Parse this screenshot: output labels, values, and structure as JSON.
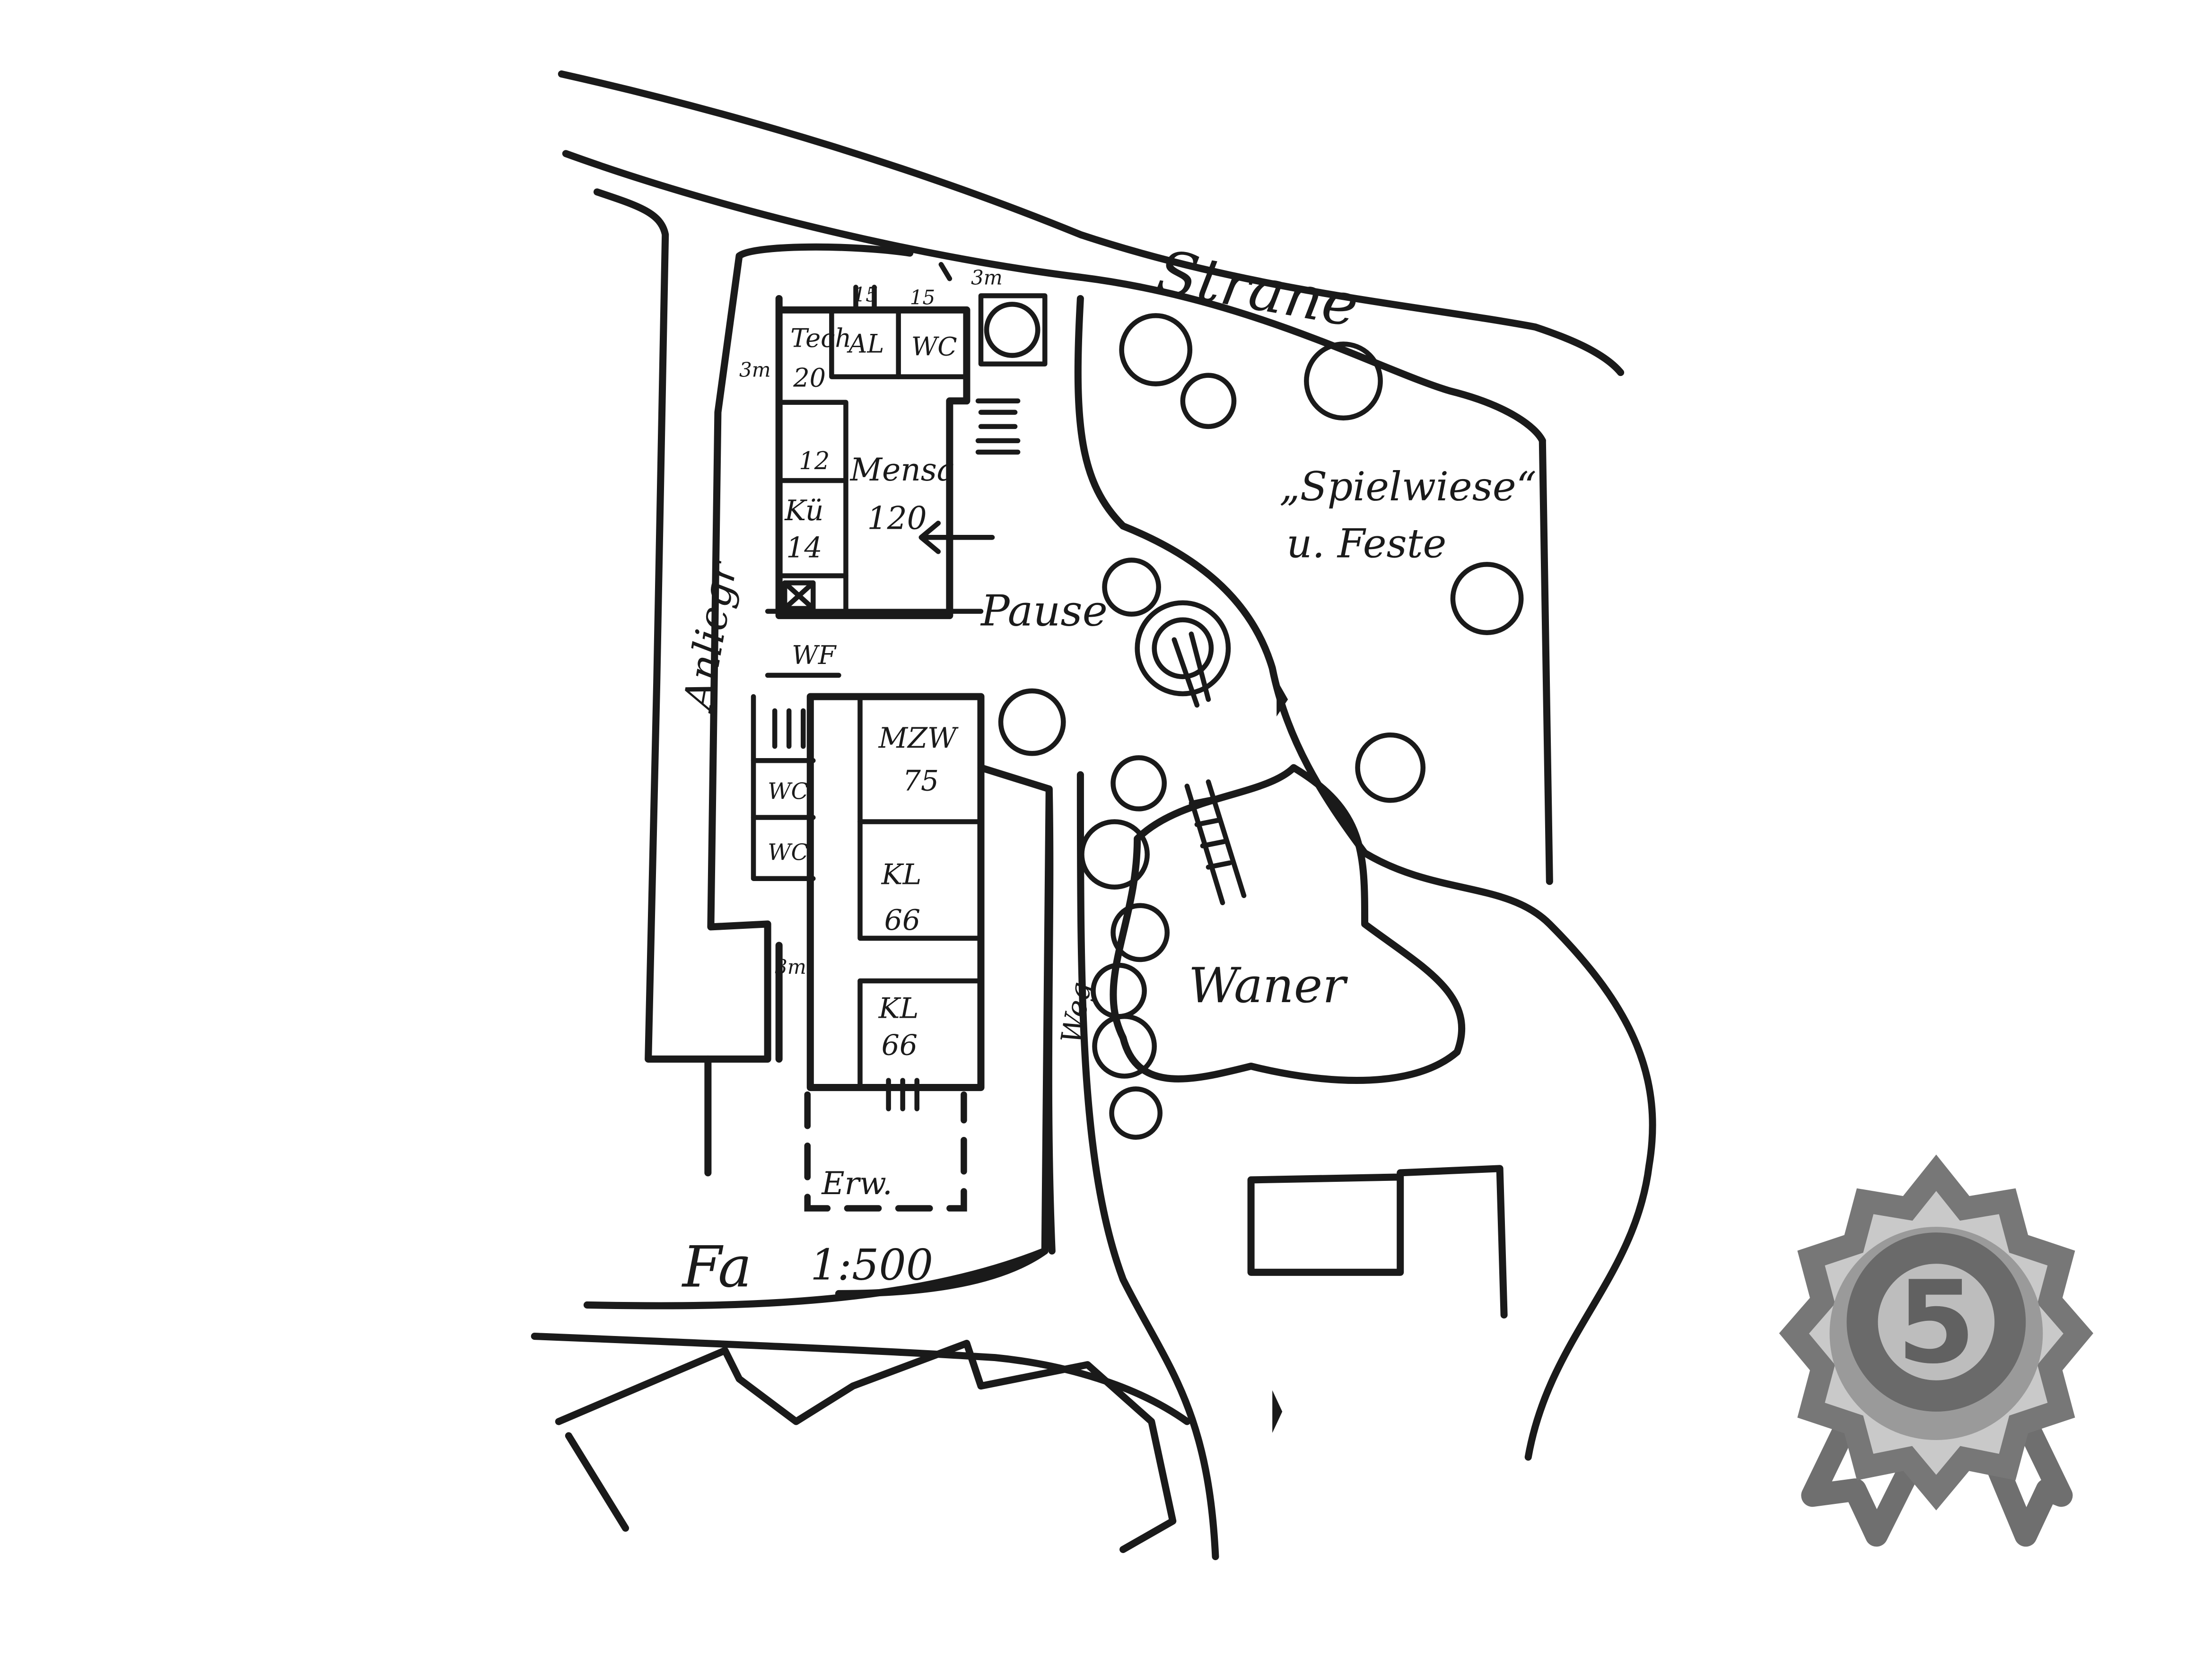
{
  "labels": {
    "road": "Strane",
    "access": "Anliegr",
    "path": "Weg",
    "break_area": "Pause",
    "pond": "Waner",
    "meadow_line1": "„Spielwiese“",
    "meadow_line2": "u. Feste",
    "extension": "Erw.",
    "scale": "1:500",
    "signature": "Fa"
  },
  "rooms": {
    "tech_name": "Tech",
    "tech_area": "20",
    "al": "AL",
    "wc_top": "WC",
    "num_12": "12",
    "kue_name": "Kü",
    "kue_area": "14",
    "mensa_name": "Mensa",
    "mensa_area": "120",
    "wf": "WF",
    "mzw_name": "MZW",
    "mzw_area": "75",
    "wc_mid": "WC",
    "wc_low": "WC",
    "kl1_name": "KL",
    "kl1_area": "66",
    "kl2_name": "KL",
    "kl2_area": "66"
  },
  "dimensions": {
    "dist_3m_top": "3m",
    "dist_3m_left": "3m",
    "dist_3m_bottom": "3m",
    "d15_a": "15",
    "d15_b": "15"
  },
  "badge": {
    "number": "5",
    "colors": {
      "ring": "#c9c9c9",
      "inner": "#9a9a9a",
      "stroke": "#6a6a6a"
    }
  }
}
